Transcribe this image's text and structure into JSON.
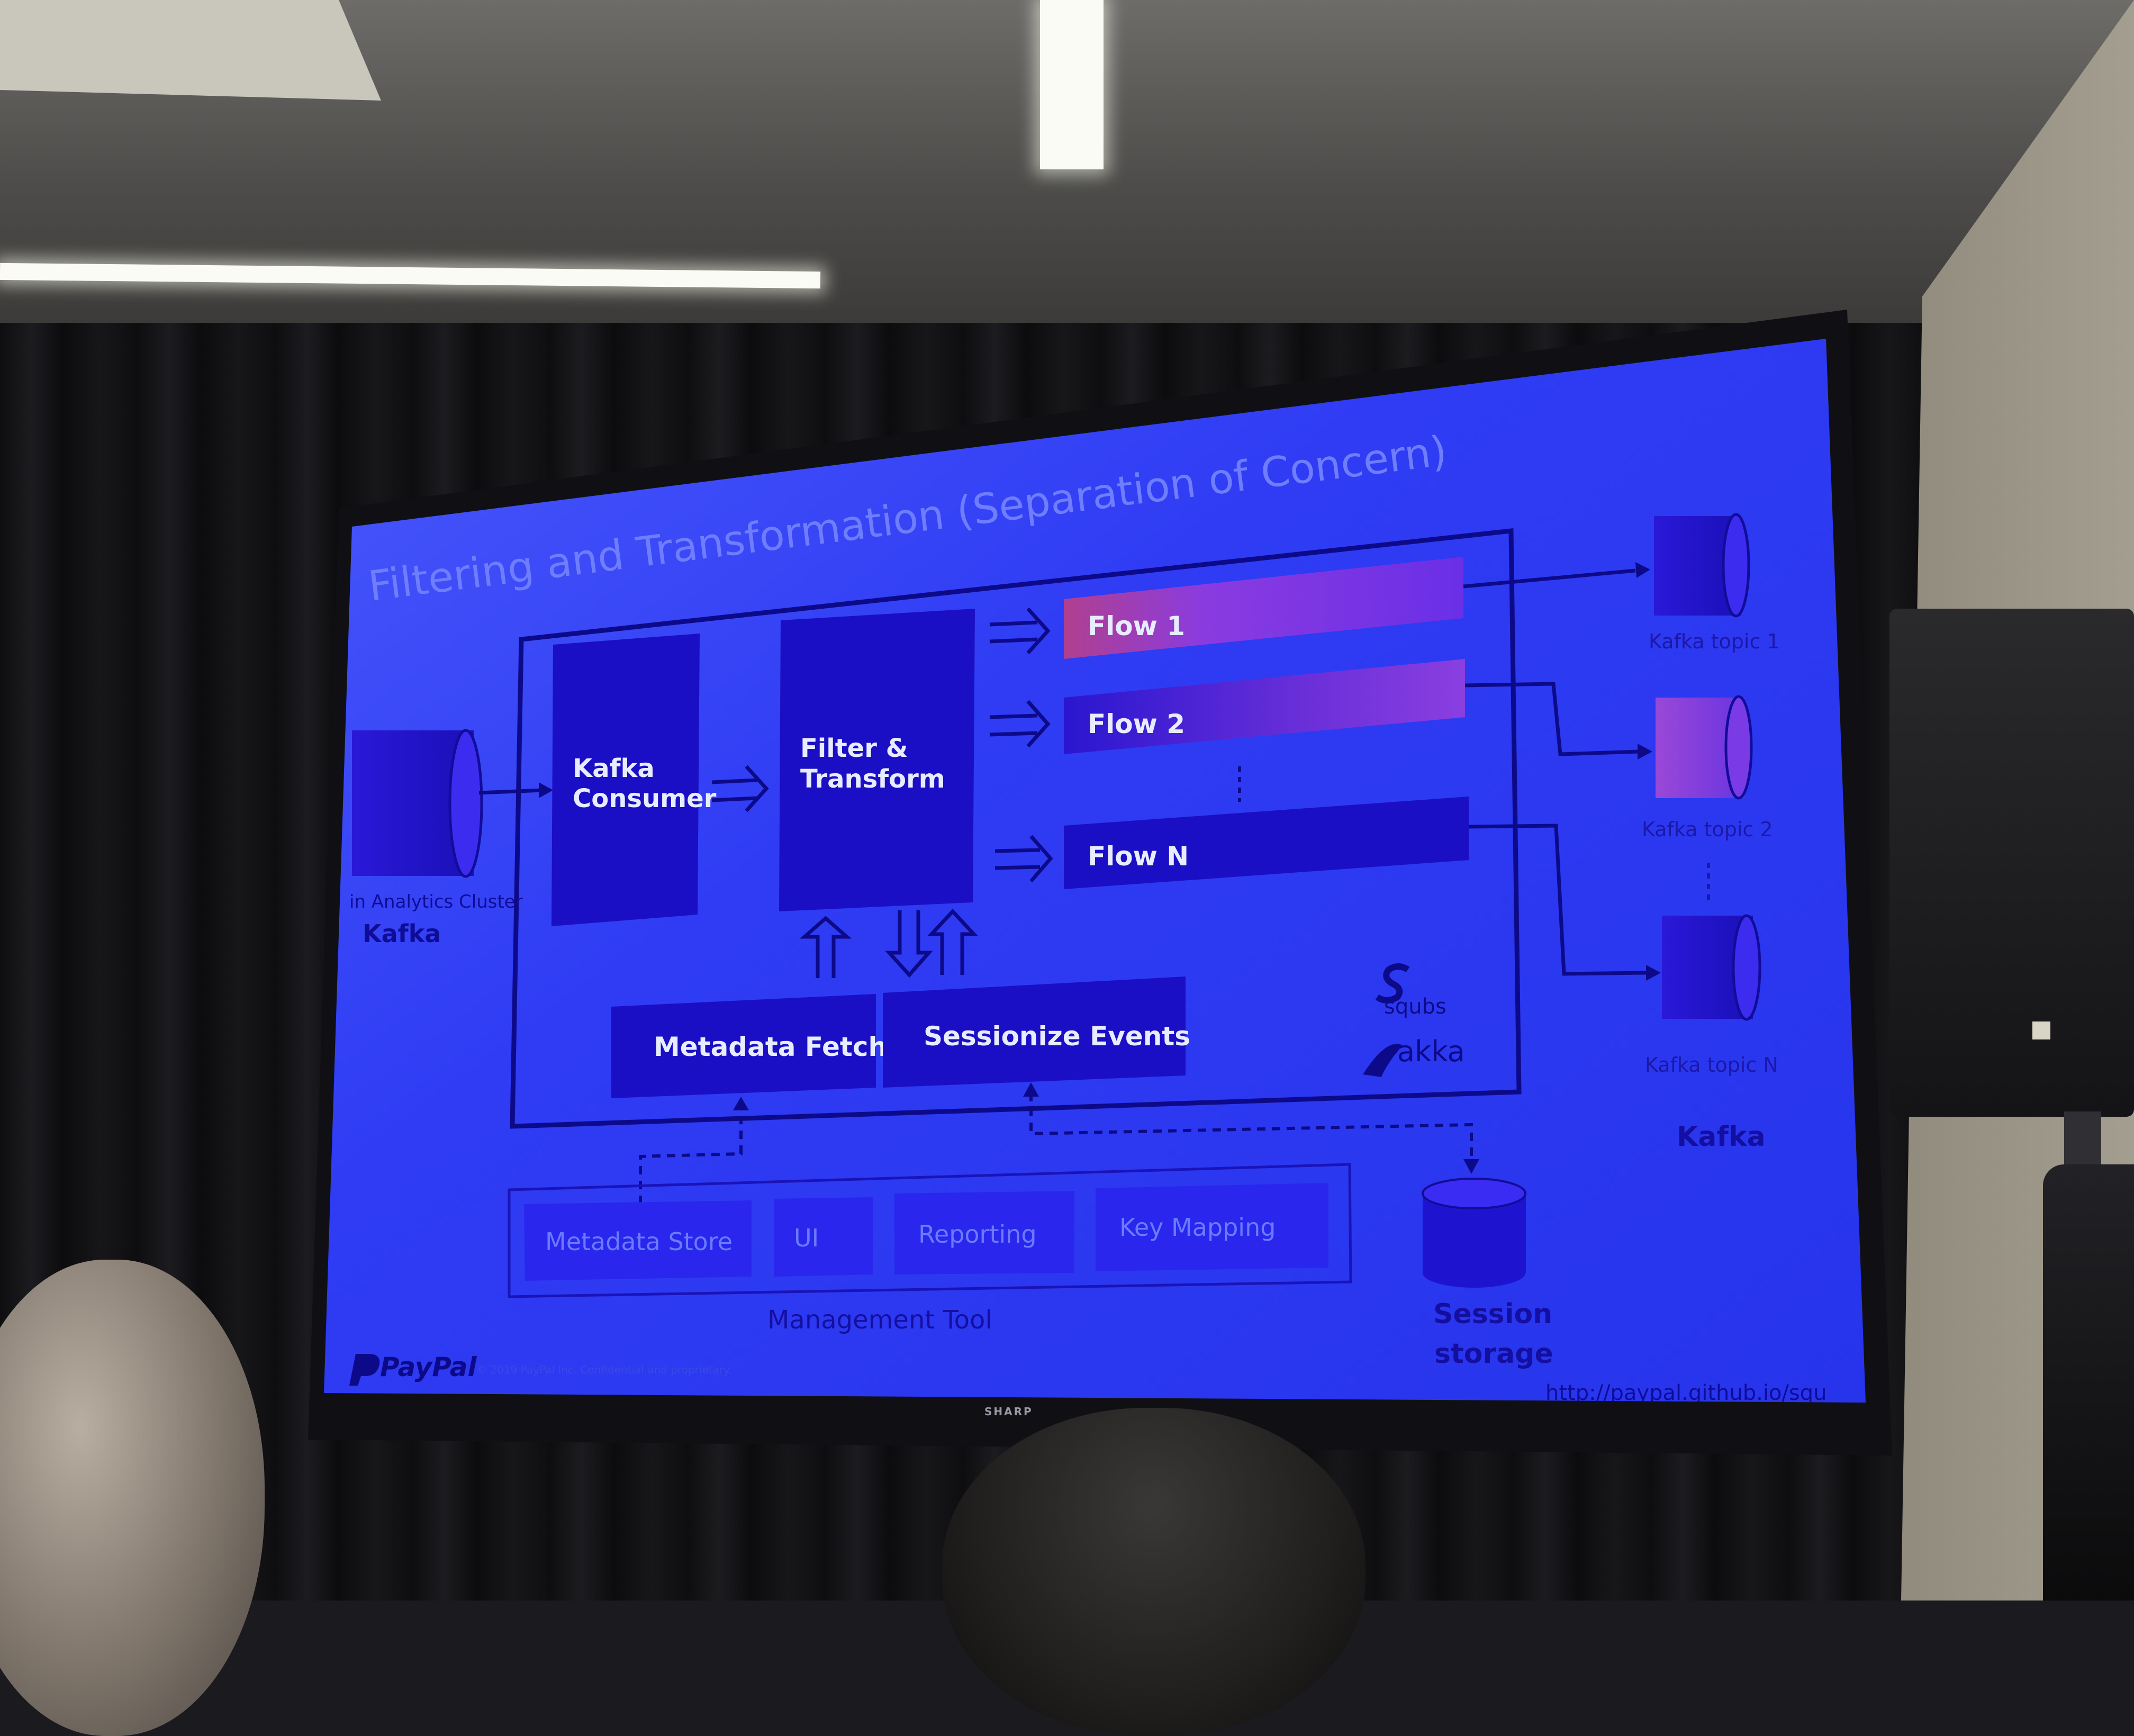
{
  "slide": {
    "title": "Filtering and Transformation (Separation of Concern)",
    "source_cluster_label": "in Analytics Cluster",
    "source_kafka_label": "Kafka",
    "kafka_consumer": [
      "Kafka",
      "Consumer"
    ],
    "filter_transform": [
      "Filter &",
      "Transform"
    ],
    "flows": [
      "Flow 1",
      "Flow 2",
      "Flow N"
    ],
    "metadata_fetch": "Metadata Fetch",
    "sessionize_events": "Sessionize Events",
    "squbs_label": "squbs",
    "akka_label": "akka",
    "topics": [
      "Kafka topic 1",
      "Kafka topic 2",
      "Kafka topic N"
    ],
    "sink_kafka_label": "Kafka",
    "management_items": [
      "Metadata Store",
      "UI",
      "Reporting",
      "Key Mapping"
    ],
    "management_label": "Management Tool",
    "session_storage": [
      "Session",
      "storage"
    ],
    "paypal_logo": "PayPal",
    "copyright": "© 2019 PayPal Inc. Confidential and proprietary.",
    "url": "http://paypal.github.io/squ"
  },
  "tv": {
    "brand": "SHARP"
  },
  "colors": {
    "slide_bg": "#2c38f0",
    "box_dark": "#1a10c8",
    "flow_highlight": "#8a3fe0",
    "outline": "#0d0a8a",
    "text_light": "#e8ecff",
    "text_dark": "#140fa0"
  }
}
